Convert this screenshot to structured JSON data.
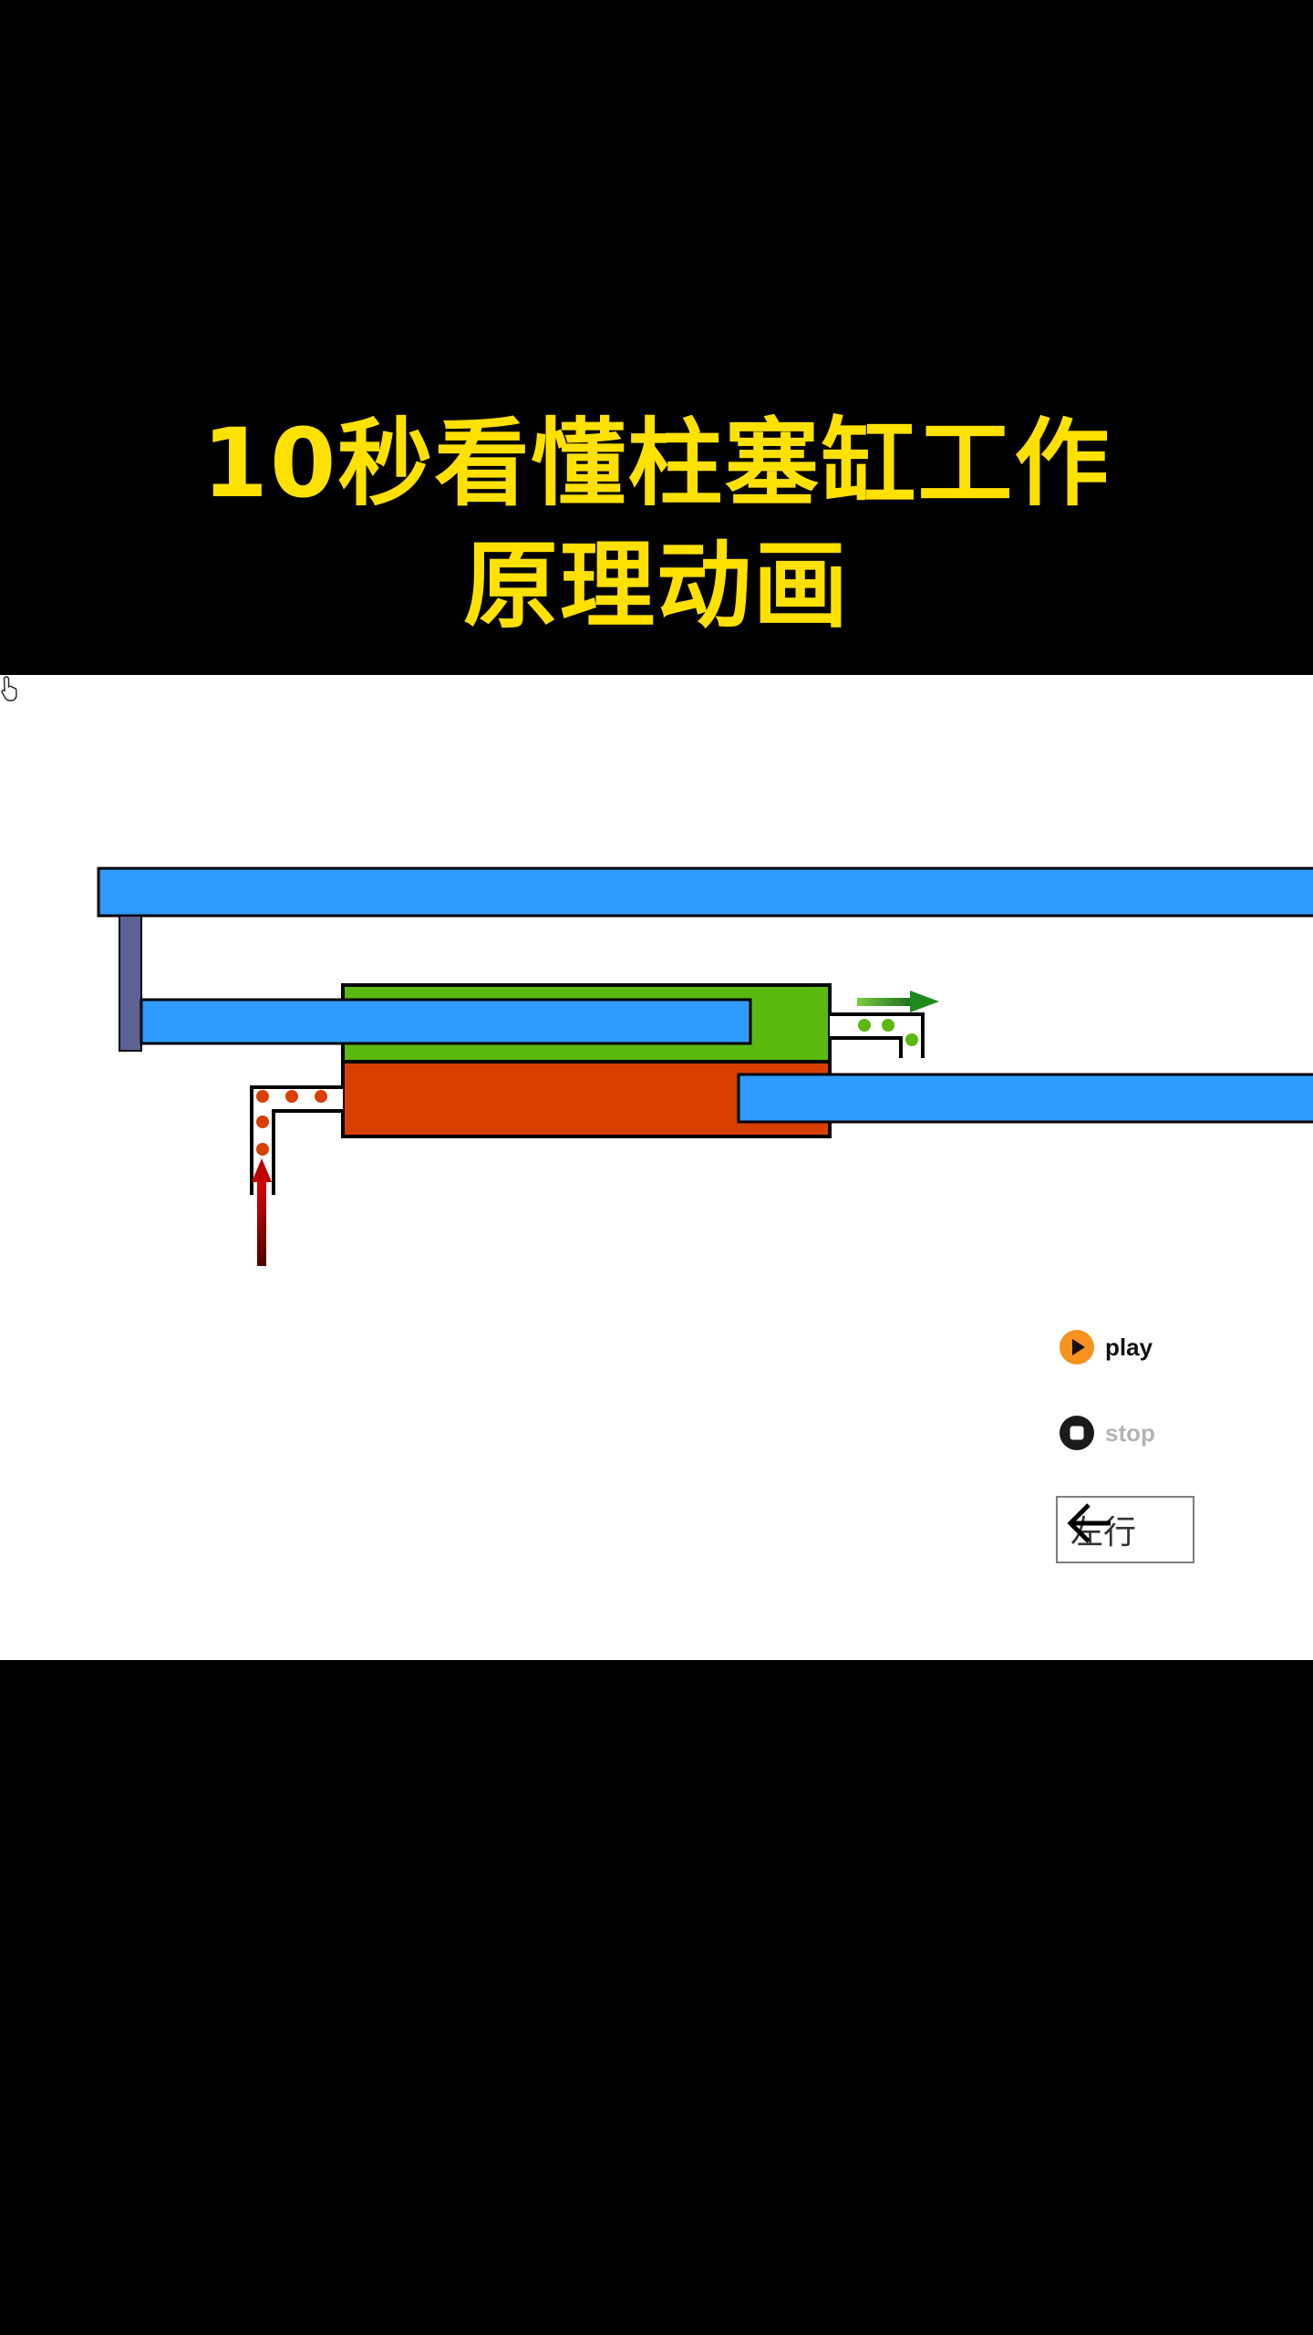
{
  "title": {
    "line1": "10秒看懂柱塞缸工作",
    "line2": "原理动画"
  },
  "colors": {
    "background": "#000000",
    "title": "#FFE100",
    "beam": "#2F9BFF",
    "bracket": "#5C6394",
    "upper_chamber": "#5BB80F",
    "lower_chamber": "#D94000",
    "outflow_arrow": "#1E8A1E",
    "inflow_arrow": "#A30000"
  },
  "controls": {
    "play_label": "play",
    "stop_label": "stop",
    "left_button_label": "左行"
  }
}
